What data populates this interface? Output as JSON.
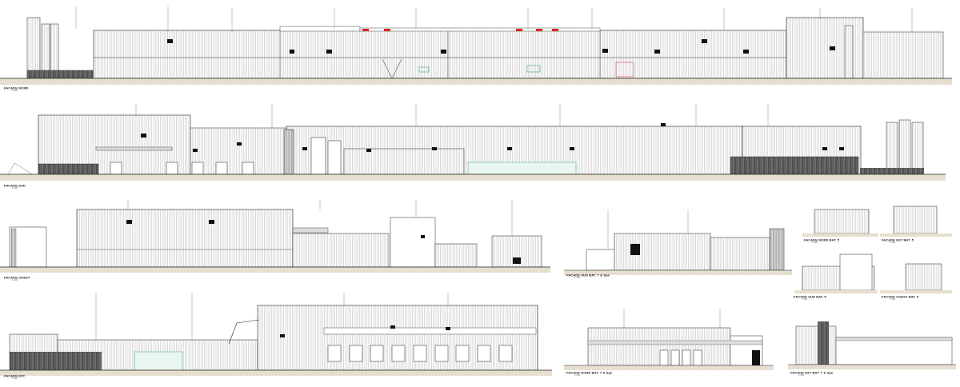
{
  "views": [
    {
      "id": "v1",
      "number": "",
      "title": "FACADE NORD",
      "scale": "1:100"
    },
    {
      "id": "v2",
      "number": "",
      "title": "FACADE SUD",
      "scale": "1:100"
    },
    {
      "id": "v3",
      "number": "",
      "title": "FACADE OUEST",
      "scale": "1:100"
    },
    {
      "id": "v4",
      "number": "",
      "title": "FACADE EST",
      "scale": "1:100"
    },
    {
      "id": "v5",
      "number": "",
      "title": "FACADE SUD BAT. T & Spé",
      "scale": "1:100"
    },
    {
      "id": "v6",
      "number": "",
      "title": "FACADE NORD BAT. T & Spé",
      "scale": "1:100"
    },
    {
      "id": "v7",
      "number": "",
      "title": "FACADE NORD BAT. 5",
      "scale": "1:100"
    },
    {
      "id": "v8",
      "number": "",
      "title": "FACADE EST BAT. 5",
      "scale": "1:100"
    },
    {
      "id": "v9",
      "number": "",
      "title": "FACADE SUD BAT. 5",
      "scale": "1:100"
    },
    {
      "id": "v10",
      "number": "",
      "title": "FACADE OUEST BAT. 5",
      "scale": "1:100"
    },
    {
      "id": "v11",
      "number": "",
      "title": "FACADE EST BAT. T & Spé",
      "scale": "1:100"
    }
  ],
  "colors": {
    "line": "#1a1a1a",
    "hatch": "#6a6a6a",
    "ground": "#b8a88a",
    "accent": "#d8281e",
    "glass": "#3aa37a"
  }
}
